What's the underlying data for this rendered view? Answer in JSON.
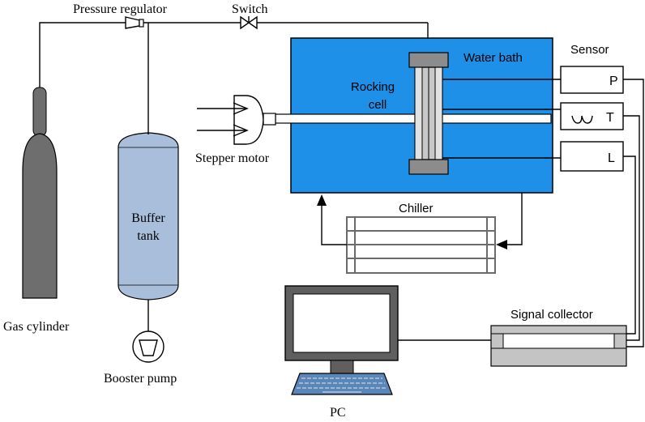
{
  "labels": {
    "pressure_regulator": "Pressure regulator",
    "switch": "Switch",
    "water_bath": "Water bath",
    "sensor": "Sensor",
    "rocking_cell_line1": "Rocking",
    "rocking_cell_line2": "cell",
    "stepper_motor": "Stepper motor",
    "buffer_tank_line1": "Buffer",
    "buffer_tank_line2": "tank",
    "chiller": "Chiller",
    "gas_cylinder": "Gas cylinder",
    "booster_pump": "Booster pump",
    "signal_collector": "Signal collector",
    "pc": "PC",
    "sensor_p": "P",
    "sensor_t": "T",
    "sensor_l": "L"
  },
  "colors": {
    "water_bath": "#1e90e8",
    "cylinder": "#6e6e6e",
    "buffer_tank": "#a8bedb",
    "rocking_cell": "#c8c8c8",
    "flange": "#8c8c8c",
    "chiller_outline": "#6b6b6b",
    "collector": "#c4c4c4",
    "monitor_screen": "#ffffff",
    "keyboard": "#5a86b8"
  }
}
